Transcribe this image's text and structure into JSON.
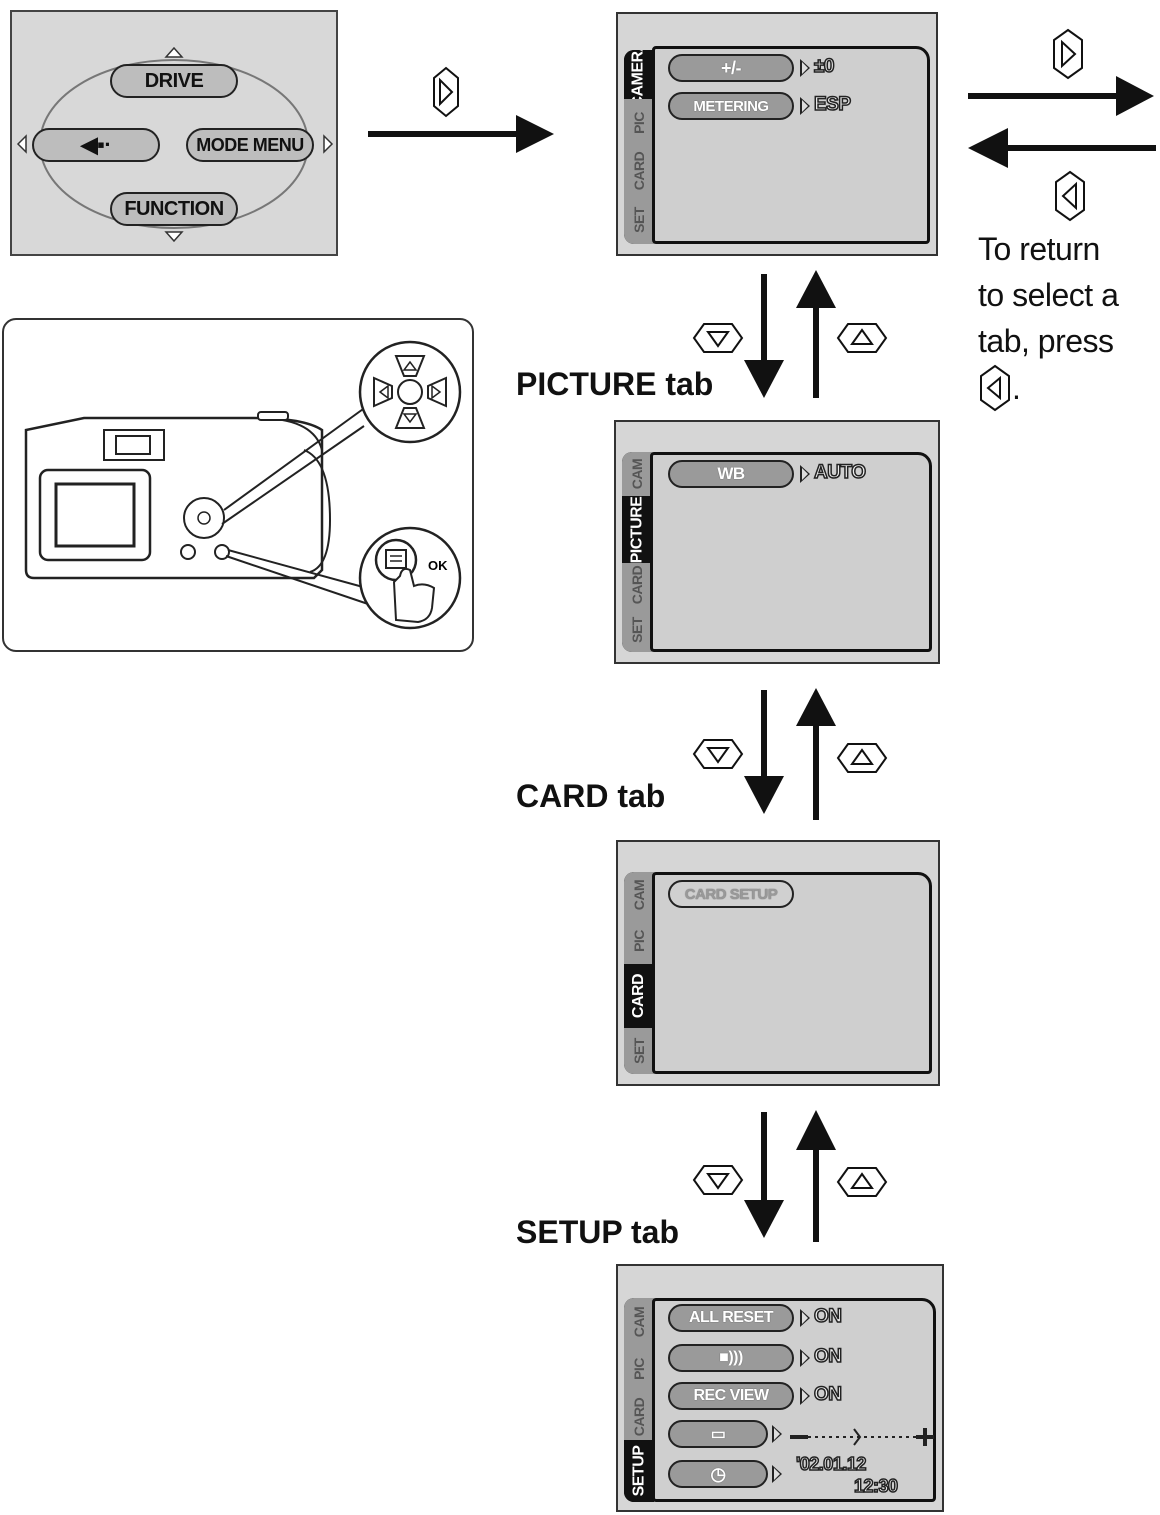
{
  "mode_panel": {
    "drive": "DRIVE",
    "mode_menu": "MODE MENU",
    "function": "FUNCTION"
  },
  "screens": {
    "camera": {
      "tabs": [
        "CAMERA",
        "PIC",
        "CARD",
        "SET"
      ],
      "items": [
        {
          "label": "",
          "value": "±0"
        },
        {
          "label": "METERING",
          "value": "ESP"
        }
      ]
    },
    "picture": {
      "tabs": [
        "CAM",
        "PICTURE",
        "CARD",
        "SET"
      ],
      "items": [
        {
          "label": "WB",
          "value": "AUTO"
        }
      ]
    },
    "card": {
      "tabs": [
        "CAM",
        "PIC",
        "CARD",
        "SET"
      ],
      "items": [
        {
          "label": "CARD SETUP"
        }
      ]
    },
    "setup": {
      "tabs": [
        "CAM",
        "PIC",
        "CARD",
        "SETUP"
      ],
      "items": [
        {
          "label": "ALL RESET",
          "value": "ON"
        },
        {
          "label": "",
          "value": "ON"
        },
        {
          "label": "REC VIEW",
          "value": "ON"
        },
        {
          "label": "",
          "value": ""
        },
        {
          "label": "",
          "value": "'02.01.12",
          "value2": "12:30"
        }
      ]
    }
  },
  "labels": {
    "picture_tab": "PICTURE tab",
    "card_tab": "CARD tab",
    "setup_tab": "SETUP tab"
  },
  "note": {
    "line1": "To return",
    "line2": "to select a",
    "line3": "tab, press",
    "line4": "."
  },
  "camera_ok": "OK"
}
